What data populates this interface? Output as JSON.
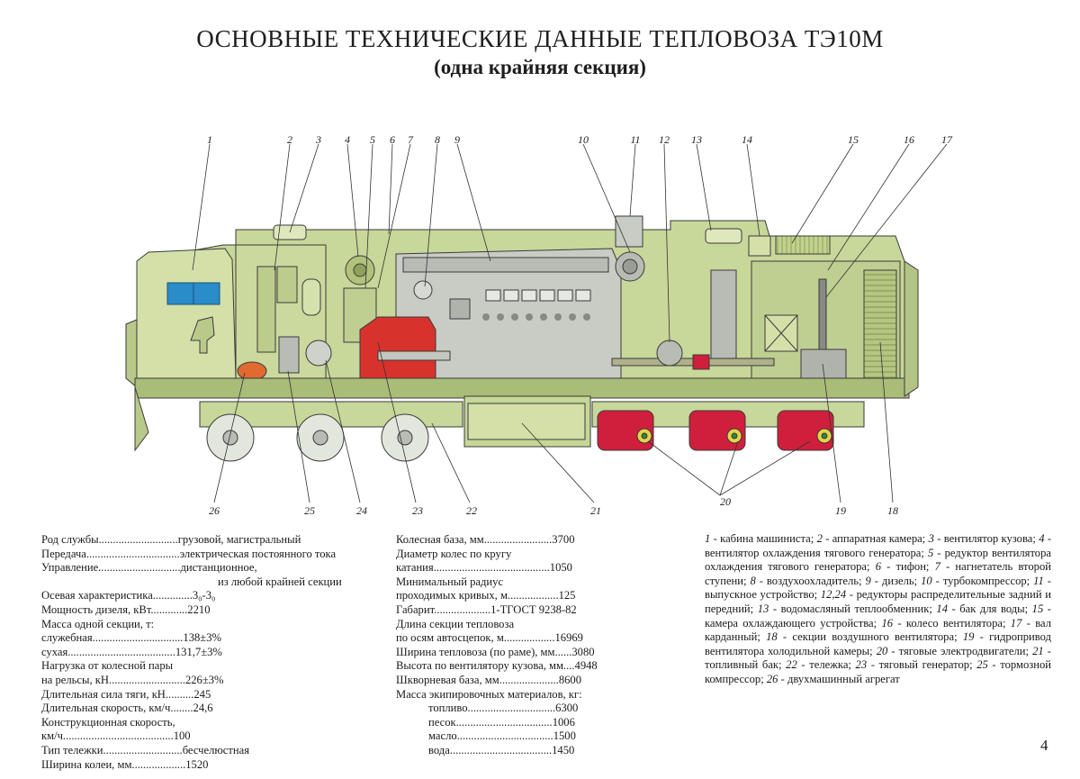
{
  "title": "ОСНОВНЫЕ ТЕХНИЧЕСКИЕ ДАННЫЕ ТЕПЛОВОЗА ТЭ10М",
  "subtitle": "(одна крайняя секция)",
  "callouts": [
    "1",
    "2",
    "3",
    "4",
    "5",
    "6",
    "7",
    "8",
    "9",
    "10",
    "11",
    "12",
    "13",
    "14",
    "15",
    "16",
    "17",
    "18",
    "19",
    "20",
    "21",
    "22",
    "23",
    "24",
    "25",
    "26"
  ],
  "specs_left": [
    "Род службы............................грузовой, магистральный",
    "Передача.................................электрическая постоянного тока",
    "Управление.............................дистанционное,",
    "из любой крайней секции",
    "Осевая характеристика..............3₀-3₀",
    "Мощность дизеля, кВт.............2210",
    "Масса одной секции, т:",
    "служебная................................138±3%",
    "сухая......................................131,7±3%",
    "Нагрузка от колесной пары",
    "на рельсы, кН...........................226±3%",
    "Длительная сила тяги, кН..........245",
    "Длительная скорость, км/ч........24,6",
    "Конструкционная скорость,",
    "км/ч.......................................100",
    "Тип тележки............................бесчелюстная",
    "Ширина колеи, мм...................1520"
  ],
  "specs_mid": [
    "Колесная база, мм........................3700",
    "Диаметр колес по кругу",
    "катания.........................................1050",
    "Минимальный радиус",
    "проходимых кривых, м..................125",
    "Габарит....................1-ТГОСТ 9238-82",
    "Длина секции тепловоза",
    "по осям автосцепок, м..................16969",
    "Ширина тепловоза (по раме), мм......3080",
    "Высота по вентилятору кузова, мм....4948",
    "Шкворневая база, мм.....................8600",
    "Масса экипировочных материалов, кг:",
    "топливо...............................6300",
    "песок..................................1006",
    "масло..................................1500",
    "вода....................................1450"
  ],
  "legend": [
    {
      "n": "1",
      "t": " - кабина машиниста; "
    },
    {
      "n": "2",
      "t": " - аппаратная камера; "
    },
    {
      "n": "3",
      "t": " - вентилятор кузова; "
    },
    {
      "n": "4",
      "t": " - вентилятор охлаждения тягового генератора; "
    },
    {
      "n": "5",
      "t": " - редуктор вентилятора охлаждения тягового генератора; "
    },
    {
      "n": "6",
      "t": " - тифон; "
    },
    {
      "n": "7",
      "t": " - нагнетатель второй ступени; "
    },
    {
      "n": "8",
      "t": " - воздухоохладитель; "
    },
    {
      "n": "9",
      "t": " - дизель; "
    },
    {
      "n": "10",
      "t": " - турбокомпрессор; "
    },
    {
      "n": "11",
      "t": " - выпускное устройство; "
    },
    {
      "n": "12,24",
      "t": " - редукторы распределительные задний и передний; "
    },
    {
      "n": "13",
      "t": " - водомасляный теплообменник; "
    },
    {
      "n": "14",
      "t": " - бак для воды; "
    },
    {
      "n": "15",
      "t": " - камера охлаждающего устройства; "
    },
    {
      "n": "16",
      "t": " - колесо вентилятора; "
    },
    {
      "n": "17",
      "t": " - вал карданный; "
    },
    {
      "n": "18",
      "t": " - секции воздушного вентилятора; "
    },
    {
      "n": "19",
      "t": " - гидропривод вентилятора холодильной камеры; "
    },
    {
      "n": "20",
      "t": " - тяговые электродвигатели; "
    },
    {
      "n": "21",
      "t": " - топливный бак; "
    },
    {
      "n": "22",
      "t": " - тележка; "
    },
    {
      "n": "23",
      "t": " - тяговый генератор; "
    },
    {
      "n": "25",
      "t": " - тормозной компрессор; "
    },
    {
      "n": "26",
      "t": " - двухмашинный агрегат"
    }
  ],
  "page_number": "4",
  "colors": {
    "body": "#c8d79a",
    "body_dark": "#a9bd78",
    "body_light": "#dfe8bd",
    "engine": "#c9ccc4",
    "generator": "#d8322c",
    "motor": "#d01f3c",
    "outline": "#3a3a3a"
  }
}
